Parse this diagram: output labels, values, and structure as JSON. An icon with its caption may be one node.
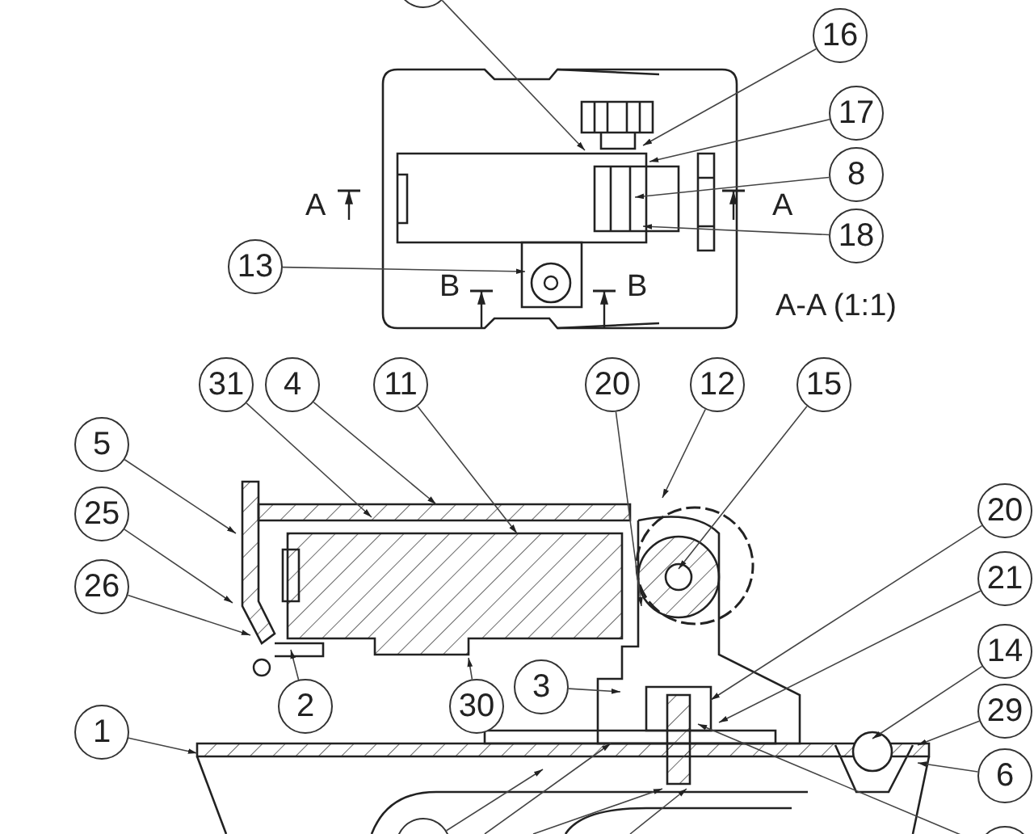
{
  "diagram": {
    "nodes": [
      {
        "text": [],
        "shape": "circle"
      },
      {
        "text": [
          "16"
        ]
      },
      {
        "text": [
          "17"
        ]
      },
      {
        "text": [
          "8"
        ]
      },
      {
        "text": [
          "13"
        ]
      },
      {
        "text": [
          "18"
        ]
      },
      {
        "text": [
          "31"
        ]
      },
      {
        "text": [
          "4"
        ]
      },
      {
        "text": [
          "11"
        ]
      },
      {
        "text": [
          "20"
        ]
      },
      {
        "text": [
          "12"
        ]
      },
      {
        "text": [
          "15"
        ]
      },
      {
        "text": [
          "5"
        ]
      },
      {
        "text": [
          "20"
        ]
      },
      {
        "text": [
          "25"
        ]
      },
      {
        "text": [
          "21"
        ]
      },
      {
        "text": [
          "26"
        ]
      },
      {
        "text": [
          "2"
        ]
      },
      {
        "text": [
          "3"
        ]
      },
      {
        "text": [
          "14"
        ]
      },
      {
        "text": [
          "30"
        ]
      },
      {
        "text": [
          "29"
        ]
      },
      {
        "text": [
          "1"
        ]
      },
      {
        "text": [
          "6"
        ]
      },
      {
        "text": [],
        "shape": "circle"
      },
      {
        "text": [],
        "shape": "circle"
      }
    ],
    "edges": [
      {
        "from": 0,
        "to": null,
        "arrow": "to"
      },
      {
        "from": 1,
        "to": null,
        "arrow": "to"
      },
      {
        "from": 2,
        "to": null,
        "arrow": "to"
      },
      {
        "from": 3,
        "to": null,
        "arrow": "to"
      },
      {
        "from": 4,
        "to": null,
        "arrow": "to"
      },
      {
        "from": 5,
        "to": null,
        "arrow": "to"
      },
      {
        "from": 6,
        "to": null,
        "arrow": "to"
      },
      {
        "from": 7,
        "to": null,
        "arrow": "to"
      },
      {
        "from": 8,
        "to": null,
        "arrow": "to"
      },
      {
        "from": 9,
        "to": null,
        "arrow": "to"
      },
      {
        "from": 10,
        "to": null,
        "arrow": "to"
      },
      {
        "from": 11,
        "to": null,
        "arrow": "to"
      },
      {
        "from": 12,
        "to": null,
        "arrow": "to"
      },
      {
        "from": 13,
        "to": null,
        "arrow": "to"
      },
      {
        "from": 14,
        "to": null,
        "arrow": "to"
      },
      {
        "from": 15,
        "to": null,
        "arrow": "to"
      },
      {
        "from": 16,
        "to": null,
        "arrow": "to"
      },
      {
        "from": 17,
        "to": null,
        "arrow": "to"
      },
      {
        "from": 18,
        "to": null,
        "arrow": "to"
      },
      {
        "from": 19,
        "to": null,
        "arrow": "to"
      },
      {
        "from": 20,
        "to": null,
        "arrow": "to"
      },
      {
        "from": 21,
        "to": null,
        "arrow": "to"
      },
      {
        "from": 22,
        "to": null,
        "arrow": "to"
      },
      {
        "from": 23,
        "to": null,
        "arrow": "to"
      },
      {
        "from": 24,
        "to": null,
        "arrow": "to"
      },
      {
        "from": 25,
        "to": null,
        "arrow": "to"
      }
    ],
    "labels": [
      "A",
      "A",
      "B",
      "B",
      "A-A (1:1)"
    ]
  }
}
